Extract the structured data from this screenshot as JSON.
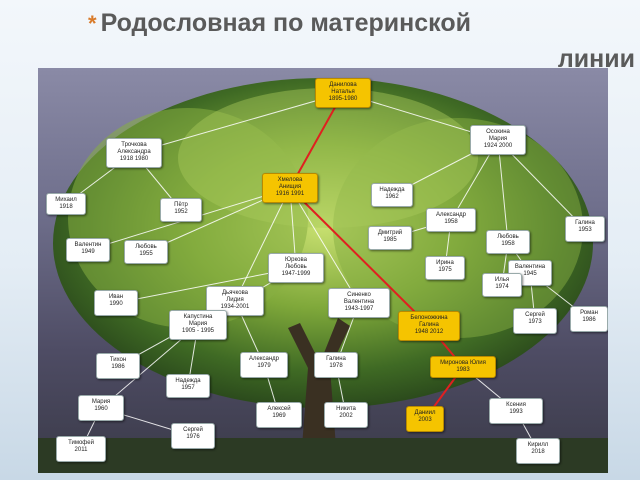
{
  "title": {
    "bullet": "*",
    "line1": "Родословная по материнской",
    "line2": "линии"
  },
  "colors": {
    "highlight_box": "#f5c400",
    "maternal_line": "#e02020",
    "branch_line": "#ffffff"
  },
  "people": {
    "root": {
      "lines": [
        "Данилова",
        "Наталья",
        "1895-1980"
      ],
      "highlight": true
    },
    "troshkova": {
      "lines": [
        "Трочкова",
        "Александра",
        "1918   1980"
      ],
      "highlight": false
    },
    "osokina": {
      "lines": [
        "Осокина",
        "Мария",
        "1924   2000"
      ],
      "highlight": false
    },
    "khmelova": {
      "lines": [
        "Хмелова",
        "Анищия",
        "1916 1991"
      ],
      "highlight": true
    },
    "mikhail": {
      "lines": [
        "Михаил",
        "1918"
      ],
      "highlight": false
    },
    "petr": {
      "lines": [
        "Пётр",
        "1952"
      ],
      "highlight": false
    },
    "nadezhda1": {
      "lines": [
        "Надежда",
        "1962"
      ],
      "highlight": false
    },
    "aleksandr": {
      "lines": [
        "Александр",
        "1958"
      ],
      "highlight": false
    },
    "galina1": {
      "lines": [
        "Галина",
        "1953"
      ],
      "highlight": false
    },
    "dmitriy": {
      "lines": [
        "Дмитрий",
        "1985"
      ],
      "highlight": false
    },
    "lyubov2": {
      "lines": [
        "Любовь",
        "1958"
      ],
      "highlight": false
    },
    "valentin": {
      "lines": [
        "Валентин",
        "1949"
      ],
      "highlight": false
    },
    "lyubov1": {
      "lines": [
        "Любовь",
        "1955"
      ],
      "highlight": false
    },
    "yurkova": {
      "lines": [
        "Юркова",
        "Любовь",
        "1947-1999"
      ],
      "highlight": false
    },
    "irina": {
      "lines": [
        "Ирина",
        "1975"
      ],
      "highlight": false
    },
    "valentina1": {
      "lines": [
        "Валентина",
        "1945"
      ],
      "highlight": false
    },
    "ilya": {
      "lines": [
        "Илья",
        "1974"
      ],
      "highlight": false
    },
    "ivan": {
      "lines": [
        "Иван",
        "1990"
      ],
      "highlight": false
    },
    "dyachkova": {
      "lines": [
        "Дьячкова",
        "Лидия",
        "1934-2001"
      ],
      "highlight": false
    },
    "sinenko": {
      "lines": [
        "Синенко",
        "Валентина",
        "1943-1997"
      ],
      "highlight": false
    },
    "sergey1": {
      "lines": [
        "Сергей",
        "1973"
      ],
      "highlight": false
    },
    "roman": {
      "lines": [
        "Роман",
        "1986"
      ],
      "highlight": false
    },
    "kapustina": {
      "lines": [
        "Капустина",
        "Мария",
        "1905 - 1995"
      ],
      "highlight": false
    },
    "belonozh": {
      "lines": [
        "Белоножкина",
        "Галина",
        "1948 2012"
      ],
      "highlight": true
    },
    "tikhon": {
      "lines": [
        "Тихон",
        "1986"
      ],
      "highlight": false
    },
    "aleksandr2": {
      "lines": [
        "Александр",
        "1979"
      ],
      "highlight": false
    },
    "galina2": {
      "lines": [
        "Галина",
        "1978"
      ],
      "highlight": false
    },
    "mironova": {
      "lines": [
        "Миронова Юлия",
        "1983"
      ],
      "highlight": true
    },
    "nadezhda2": {
      "lines": [
        "Надежда",
        "1957"
      ],
      "highlight": false
    },
    "mariya": {
      "lines": [
        "Мария",
        "1960"
      ],
      "highlight": false
    },
    "aleksey": {
      "lines": [
        "Алексей",
        "1969"
      ],
      "highlight": false
    },
    "nikita": {
      "lines": [
        "Никита",
        "2002"
      ],
      "highlight": false
    },
    "daniil": {
      "lines": [
        "Даниил",
        "2003"
      ],
      "highlight": true
    },
    "kseniya": {
      "lines": [
        "Ксения",
        "1993"
      ],
      "highlight": false
    },
    "sergey2": {
      "lines": [
        "Сергей",
        "1976"
      ],
      "highlight": false
    },
    "timofey": {
      "lines": [
        "Тимофей",
        "2011"
      ],
      "highlight": false
    },
    "kirill": {
      "lines": [
        "Кирилл",
        "2018"
      ],
      "highlight": false
    }
  },
  "maternal_line": [
    "root",
    "khmelova",
    "belonozh",
    "mironova",
    "daniil"
  ],
  "branches": [
    [
      "root",
      "osokina"
    ],
    [
      "root",
      "troshkova"
    ],
    [
      "osokina",
      "nadezhda1"
    ],
    [
      "osokina",
      "aleksandr"
    ],
    [
      "osokina",
      "galina1"
    ],
    [
      "osokina",
      "lyubov2"
    ],
    [
      "troshkova",
      "mikhail"
    ],
    [
      "troshkova",
      "petr"
    ],
    [
      "khmelova",
      "valentin"
    ],
    [
      "khmelova",
      "lyubov1"
    ],
    [
      "khmelova",
      "yurkova"
    ],
    [
      "khmelova",
      "dyachkova"
    ],
    [
      "khmelova",
      "sinenko"
    ],
    [
      "aleksandr",
      "dmitriy"
    ],
    [
      "aleksandr",
      "irina"
    ],
    [
      "lyubov2",
      "valentina1"
    ],
    [
      "lyubov2",
      "ilya"
    ],
    [
      "valentina1",
      "sergey1"
    ],
    [
      "valentina1",
      "roman"
    ],
    [
      "yurkova",
      "ivan"
    ],
    [
      "yurkova",
      "kapustina"
    ],
    [
      "dyachkova",
      "tikhon"
    ],
    [
      "dyachkova",
      "aleksandr2"
    ],
    [
      "sinenko",
      "galina2"
    ],
    [
      "kapustina",
      "nadezhda2"
    ],
    [
      "kapustina",
      "mariya"
    ],
    [
      "aleksandr2",
      "aleksey"
    ],
    [
      "galina2",
      "nikita"
    ],
    [
      "mironova",
      "kseniya"
    ],
    [
      "kseniya",
      "kirill"
    ],
    [
      "mariya",
      "sergey2"
    ],
    [
      "mariya",
      "timofey"
    ]
  ]
}
